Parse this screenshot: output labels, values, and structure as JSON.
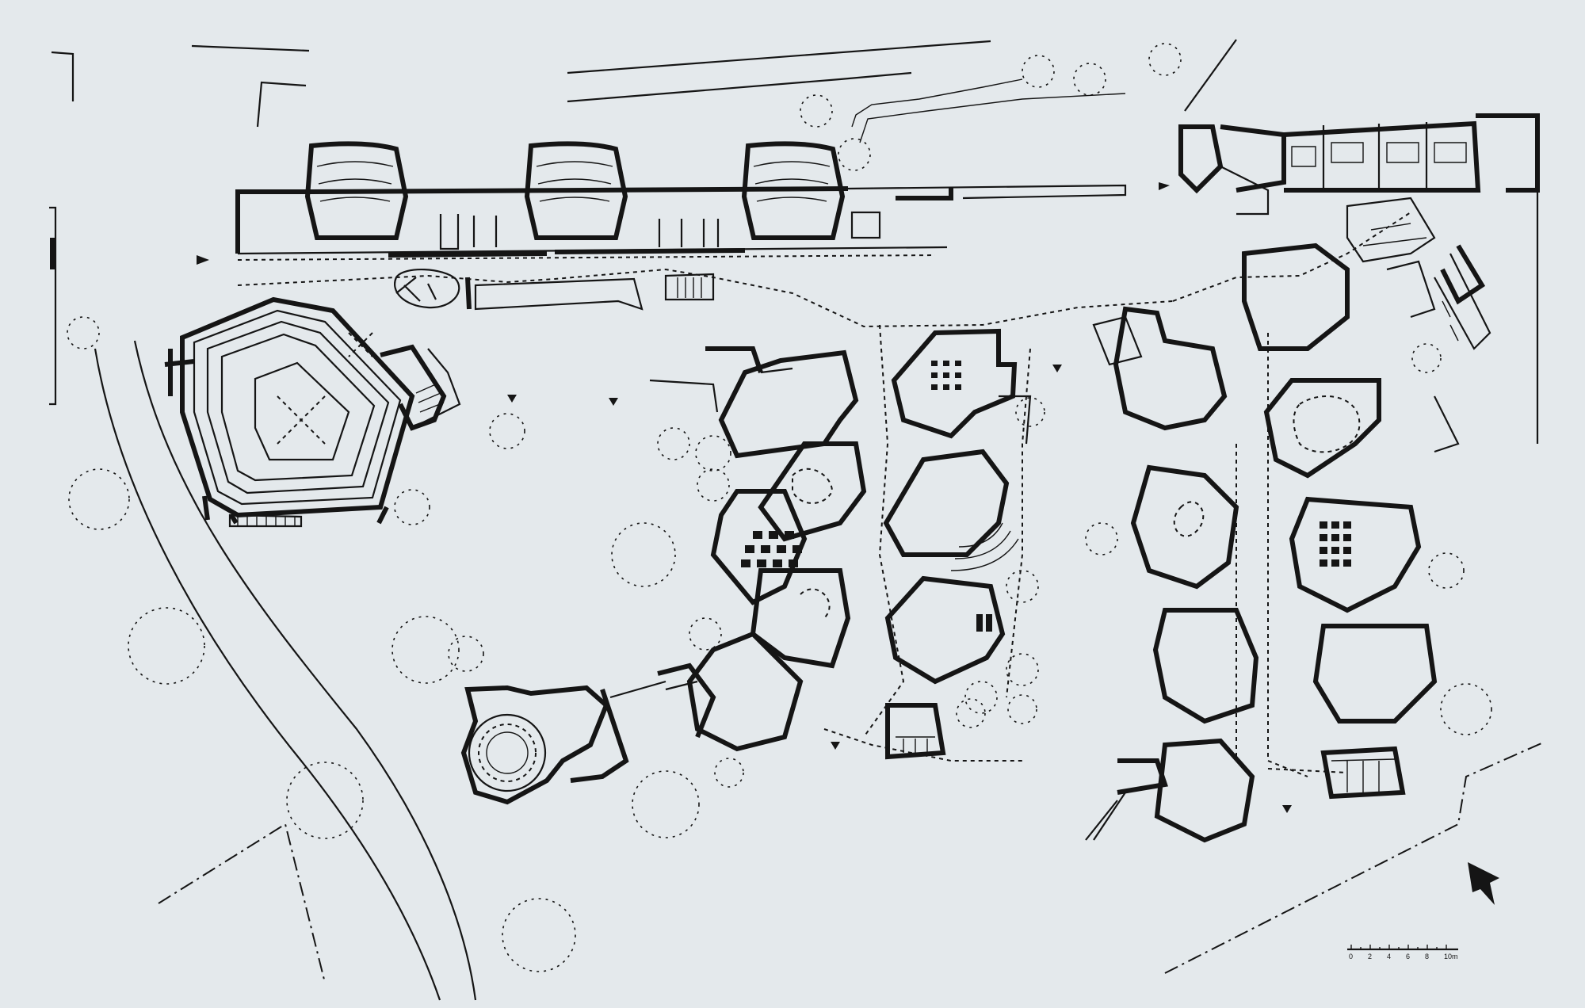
{
  "scale_bar": {
    "ticks": [
      "0",
      "2",
      "4",
      "6",
      "8",
      "10m"
    ]
  },
  "colors": {
    "paper": "#e4e9ec",
    "ink": "#151515"
  },
  "icons": [
    "north-arrow-icon",
    "tree-icon",
    "entrance-arrow-icon",
    "spiral-stair-icon"
  ]
}
